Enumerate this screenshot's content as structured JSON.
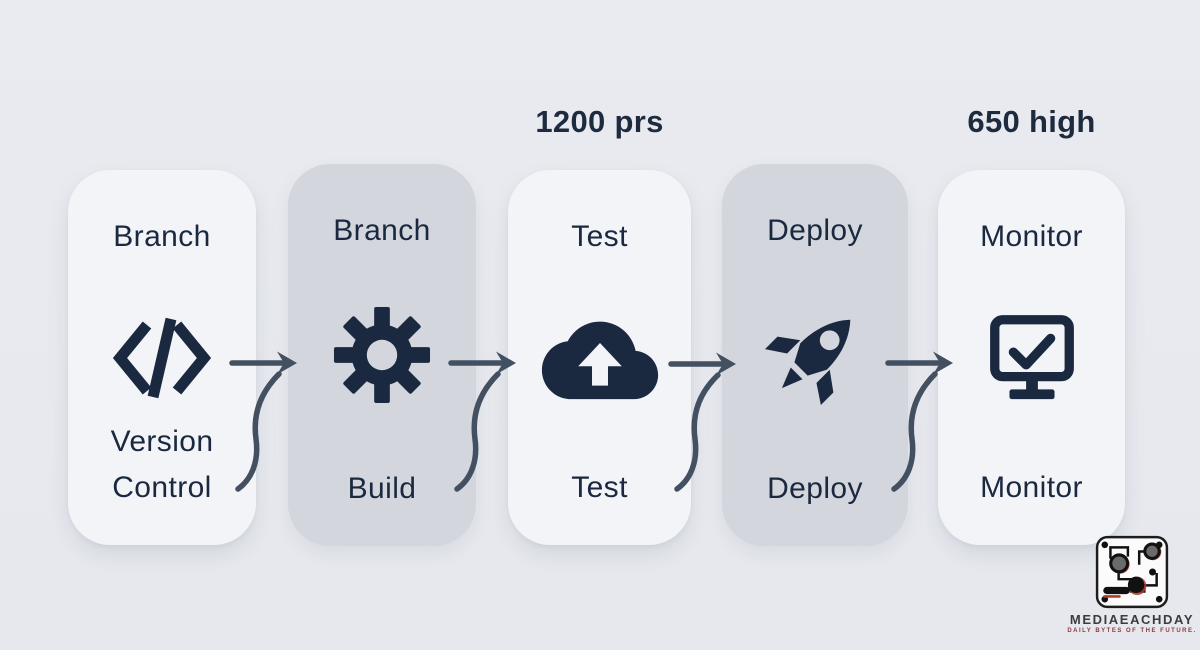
{
  "headings": {
    "prs_label": "1200 prs",
    "high_label": "650 high"
  },
  "pipeline": {
    "stages": [
      {
        "top_label": "Branch",
        "bottom_label": "Version Control",
        "icon": "code-icon",
        "variant": "light"
      },
      {
        "top_label": "Branch",
        "bottom_label": "Build",
        "icon": "gear-icon",
        "variant": "dark"
      },
      {
        "top_label": "Test",
        "bottom_label": "Test",
        "icon": "cloud-upload-icon",
        "variant": "light"
      },
      {
        "top_label": "Deploy",
        "bottom_label": "Deploy",
        "icon": "rocket-icon",
        "variant": "dark"
      },
      {
        "top_label": "Monitor",
        "bottom_label": "Monitor",
        "icon": "monitor-check-icon",
        "variant": "light"
      }
    ],
    "connector_style": "curved-arrow-right"
  },
  "watermark": {
    "brand": "MEDIAEACHDAY",
    "tagline": "DAILY BYTES OF THE FUTURE."
  },
  "colors": {
    "background": "#e8eaef",
    "card_light": "#f2f4f8",
    "card_dark": "#d3d6dc",
    "icon_text_navy": "#1a2940",
    "arrow_slate": "#425061",
    "logo_red": "#b03a2e"
  }
}
